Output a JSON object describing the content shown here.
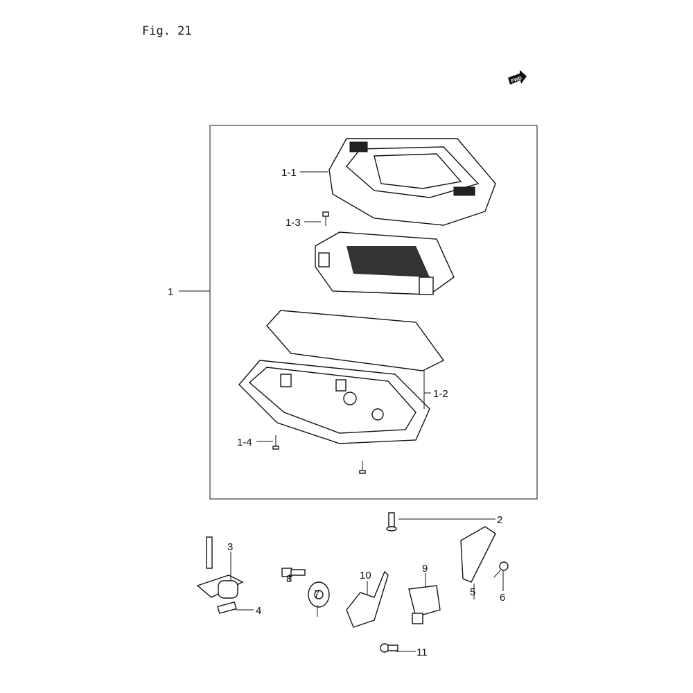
{
  "figure": {
    "title": "Fig. 21",
    "fwd_label": "FWD"
  },
  "callouts": {
    "c1": "1",
    "c1_1": "1-1",
    "c1_2": "1-2",
    "c1_3": "1-3",
    "c1_4": "1-4",
    "c2": "2",
    "c3": "3",
    "c4": "4",
    "c5": "5",
    "c6": "6",
    "c7": "7",
    "c8": "8",
    "c9": "9",
    "c10": "10",
    "c11": "11"
  }
}
